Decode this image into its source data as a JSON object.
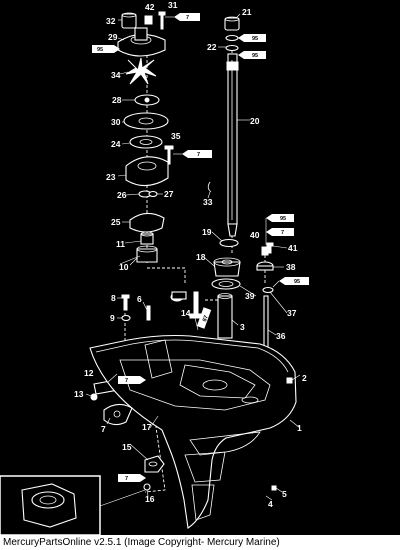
{
  "diagram": {
    "callouts": [
      "1",
      "2",
      "3",
      "4",
      "5",
      "6",
      "7",
      "8",
      "9",
      "10",
      "11",
      "12",
      "13",
      "14",
      "15",
      "16",
      "17",
      "18",
      "19",
      "20",
      "21",
      "22",
      "23",
      "24",
      "25",
      "26",
      "27",
      "28",
      "29",
      "30",
      "31",
      "32",
      "33",
      "34",
      "35",
      "36",
      "37",
      "38",
      "39",
      "40",
      "41",
      "42"
    ],
    "lube_tags": [
      {
        "id": "t31",
        "text": "7"
      },
      {
        "id": "t29",
        "text": "95"
      },
      {
        "id": "t21a",
        "text": "95"
      },
      {
        "id": "t21b",
        "text": "95"
      },
      {
        "id": "t35",
        "text": "7"
      },
      {
        "id": "t40a",
        "text": "95"
      },
      {
        "id": "t40b",
        "text": "7"
      },
      {
        "id": "t37",
        "text": "95"
      },
      {
        "id": "t14",
        "text": "87"
      },
      {
        "id": "t12",
        "text": "7"
      },
      {
        "id": "t16",
        "text": "7"
      }
    ]
  },
  "footer": {
    "caption": "MercuryPartsOnline v2.5.1 (Image Copyright- Mercury Marine)"
  },
  "colors": {
    "background": "#000000",
    "line_art": "#ffffff",
    "footer_bg": "#ffffff",
    "footer_text": "#000000"
  }
}
